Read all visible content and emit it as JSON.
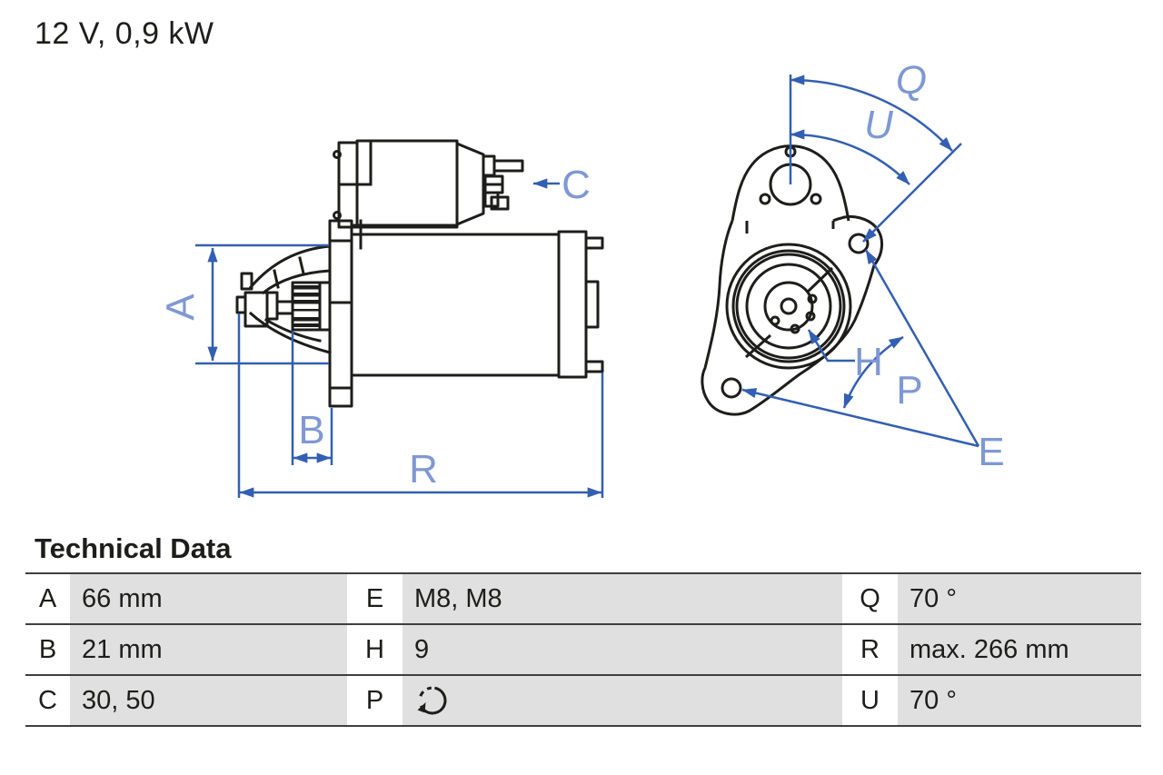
{
  "page": {
    "title": "12 V, 0,9 kW"
  },
  "drawing": {
    "description": "starter motor technical drawing, side view and mounting flange front view",
    "colors": {
      "line_black": "#1d1d1b",
      "dimension_blue": "#335fb2",
      "label_blue": "#7f98d4"
    },
    "labels": {
      "A": "A",
      "B": "B",
      "C": "C",
      "E": "E",
      "H": "H",
      "P": "P",
      "Q": "Q",
      "R": "R",
      "U": "U"
    }
  },
  "technical_data": {
    "heading": "Technical Data",
    "rows": [
      {
        "cells": [
          {
            "key": "A",
            "value": "66 mm"
          },
          {
            "key": "E",
            "value": "M8, M8"
          },
          {
            "key": "Q",
            "value": "70 °"
          }
        ]
      },
      {
        "cells": [
          {
            "key": "B",
            "value": "21 mm"
          },
          {
            "key": "H",
            "value": "9"
          },
          {
            "key": "R",
            "value": "max. 266 mm"
          }
        ]
      },
      {
        "cells": [
          {
            "key": "C",
            "value": "30, 50"
          },
          {
            "key": "P",
            "value_icon": "counterclockwise-rotation-arrow"
          },
          {
            "key": "U",
            "value": "70 °"
          }
        ]
      }
    ]
  }
}
